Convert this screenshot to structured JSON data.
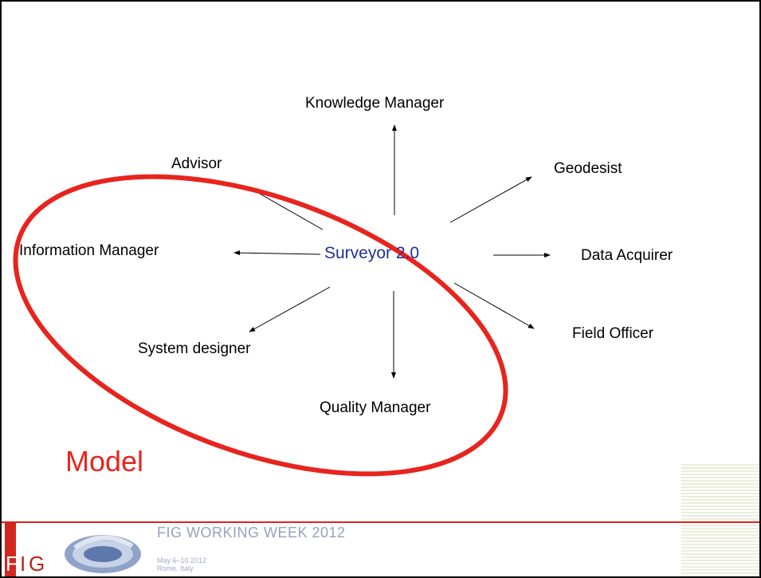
{
  "diagram": {
    "center": "Surveyor 2.0",
    "roles": {
      "knowledge_manager": "Knowledge Manager",
      "geodesist": "Geodesist",
      "advisor": "Advisor",
      "information_manager": "Information Manager",
      "data_acquirer": "Data Acquirer",
      "system_designer": "System designer",
      "field_officer": "Field Officer",
      "quality_manager": "Quality Manager"
    },
    "model_label": "Model"
  },
  "footer": {
    "logo_text": "FIG",
    "event_title": "FIG WORKING WEEK 2012",
    "event_date": "May 6–10 2012",
    "event_place": "Rome, Italy"
  },
  "colors": {
    "ellipse": "#e8241e",
    "center_text": "#1f2f9a",
    "footer_line": "#e02020"
  }
}
